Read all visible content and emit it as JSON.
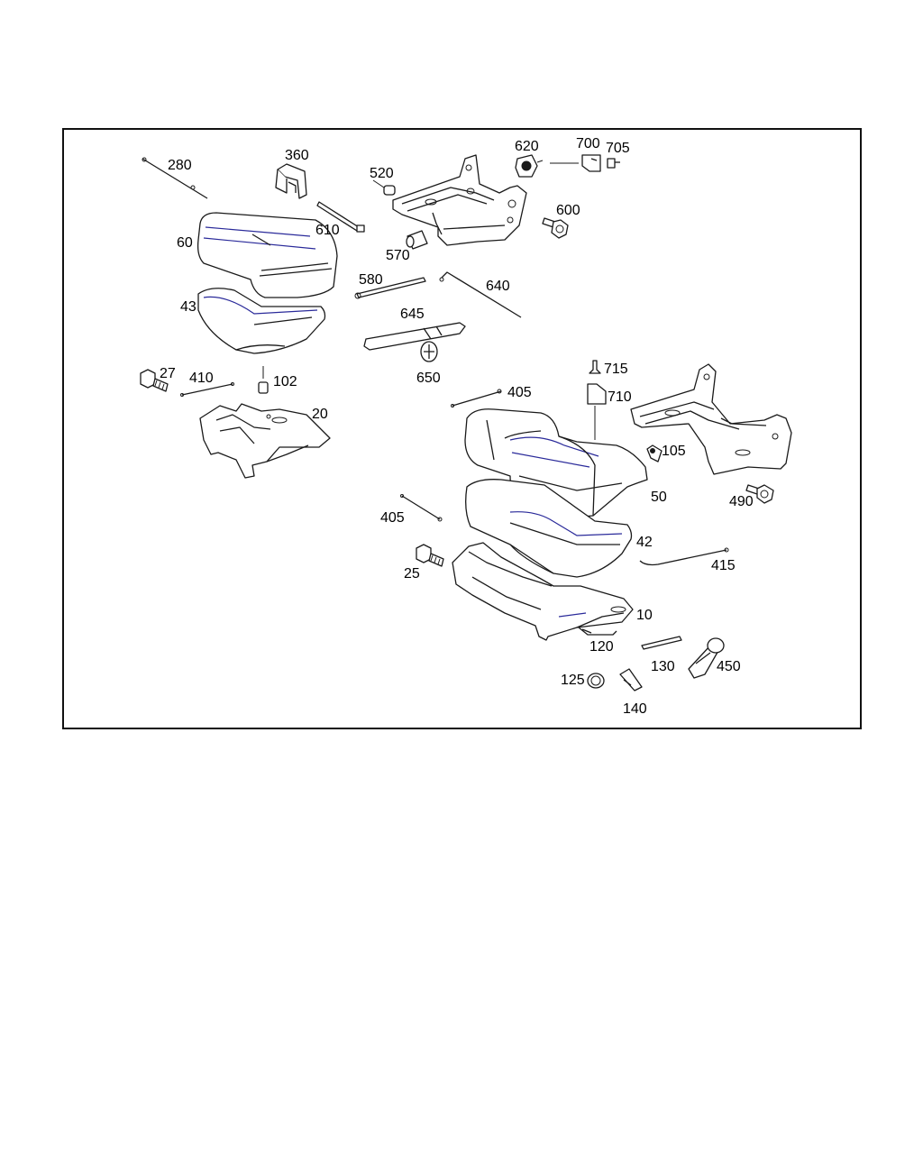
{
  "diagram": {
    "labels": {
      "l280": "280",
      "l360": "360",
      "l520": "520",
      "l620": "620",
      "l700": "700",
      "l705": "705",
      "l600": "600",
      "l60": "60",
      "l610": "610",
      "l570": "570",
      "l580": "580",
      "l640": "640",
      "l43": "43",
      "l645": "645",
      "l650": "650",
      "l27": "27",
      "l410": "410",
      "l102": "102",
      "l20": "20",
      "l715": "715",
      "l405a": "405",
      "l710": "710",
      "l105": "105",
      "l50": "50",
      "l490": "490",
      "l405b": "405",
      "l42": "42",
      "l25": "25",
      "l415": "415",
      "l10": "10",
      "l120": "120",
      "l130": "130",
      "l450": "450",
      "l125": "125",
      "l140": "140"
    },
    "colors": {
      "line": "#1a1a1a",
      "accent": "#2a2a9a",
      "frame": "#111111"
    }
  }
}
